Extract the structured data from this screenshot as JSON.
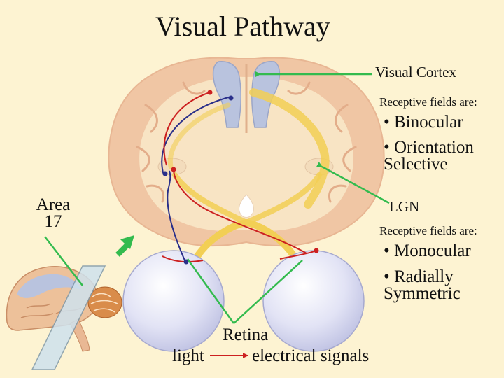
{
  "title": "Visual Pathway",
  "labels": {
    "visual_cortex": "Visual Cortex",
    "cortex_rf_heading": "Receptive fields are:",
    "cortex_rf_1": "• Binocular",
    "cortex_rf_2": "• Orientation Selective",
    "area_17": "Area 17",
    "lgn": "LGN",
    "lgn_rf_heading": "Receptive fields are:",
    "lgn_rf_1": "• Monocular",
    "lgn_rf_2": "• Radially Symmetric",
    "retina": "Retina",
    "light": "light",
    "electrical_signals": "electrical signals"
  },
  "colors": {
    "background": "#fdf3d2",
    "brain_outer": "#f0c6a4",
    "brain_inner": "#f8e4c4",
    "ventricle": "#b9c3de",
    "optic_radiation": "#f2cf55",
    "eyeball": "#d8daf1",
    "pointer_arrow": "#33bb4e",
    "axon_red": "#cc2020",
    "axon_blue": "#2a2f8a"
  }
}
